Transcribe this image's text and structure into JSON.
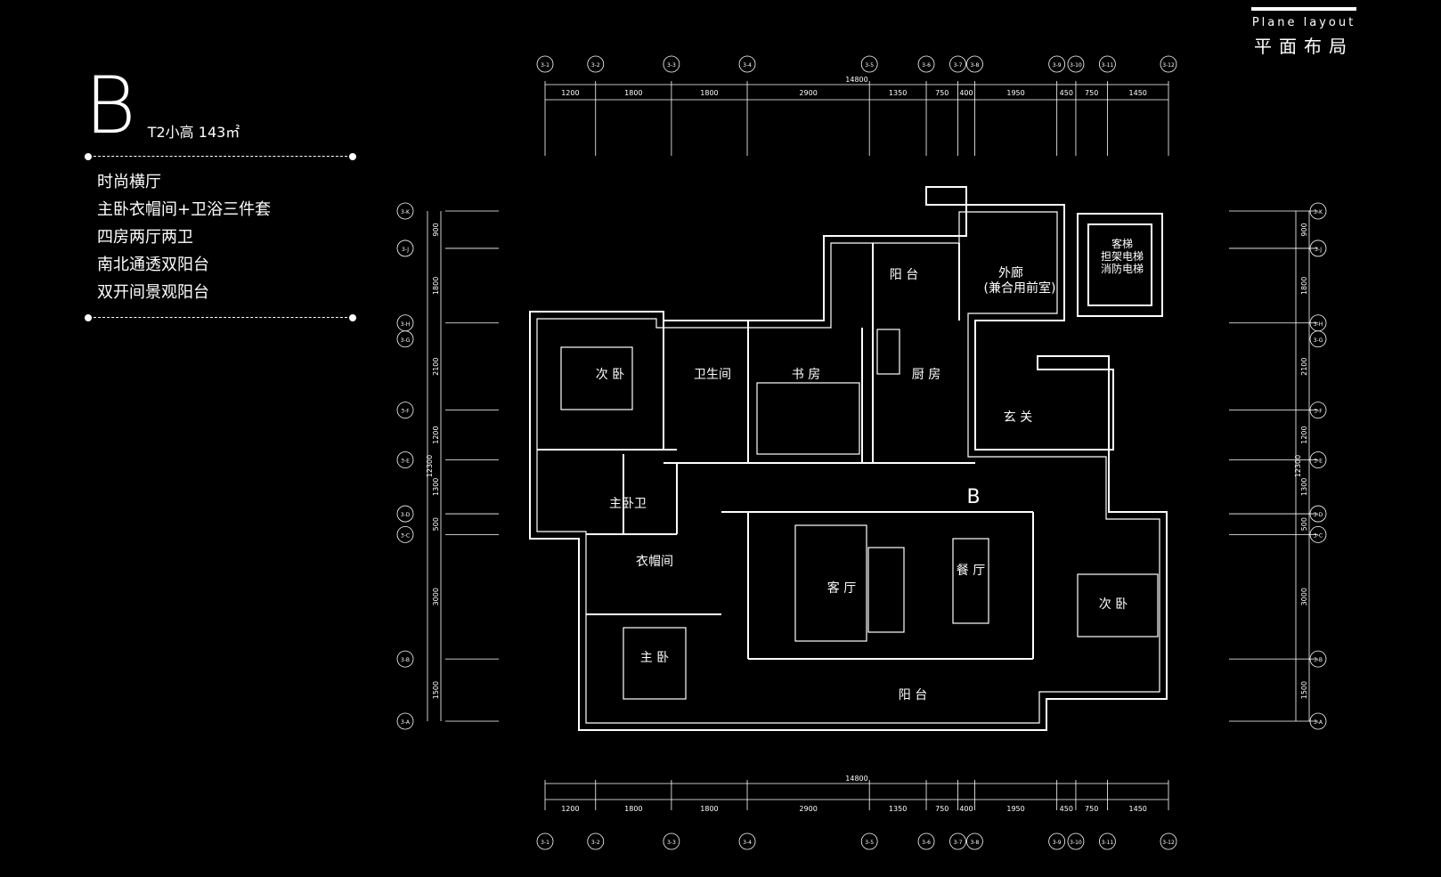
{
  "header": {
    "en": "Plane layout",
    "zh": "平面布局"
  },
  "unit": {
    "letter": "B",
    "subtitle": "T2小高 143㎡"
  },
  "features": [
    "时尚横厅",
    "主卧衣帽间+卫浴三件套",
    "四房两厅两卫",
    "南北通透双阳台",
    "双开间景观阳台"
  ],
  "plan": {
    "marker": "B",
    "total_width": "14800",
    "total_depth": "12300",
    "top_dimensions": [
      "1200",
      "1800",
      "1800",
      "2900",
      "1350",
      "750",
      "400",
      "1950",
      "450",
      "750",
      "1450"
    ],
    "side_dimensions": [
      "900",
      "1800",
      "2100",
      "1200",
      "1300",
      "500",
      "3000",
      "1500"
    ],
    "axes_x": [
      "3-1",
      "3-2",
      "3-3",
      "3-4",
      "3-5",
      "3-6",
      "3-7",
      "3-8",
      "3-9",
      "3-10",
      "3-11",
      "3-12"
    ],
    "axes_y": [
      "3-K",
      "3-J",
      "3-H",
      "3-G",
      "3-F",
      "3-E",
      "3-D",
      "3-C",
      "3-B",
      "3-A"
    ],
    "rooms": {
      "bedroom2": "次 卧",
      "bath": "卫生间",
      "study": "书 房",
      "balcony_n": "阳 台",
      "kitchen": "厨 房",
      "corridor": "外廊",
      "corridor_sub": "(兼合用前室)",
      "elevator1": "客梯",
      "elevator2": "担架电梯",
      "elevator3": "消防电梯",
      "foyer": "玄 关",
      "master_bath": "主卧卫",
      "closet": "衣帽间",
      "living": "客 厅",
      "dining": "餐 厅",
      "bedroom3": "次 卧",
      "master": "主 卧",
      "balcony_s": "阳 台"
    }
  }
}
